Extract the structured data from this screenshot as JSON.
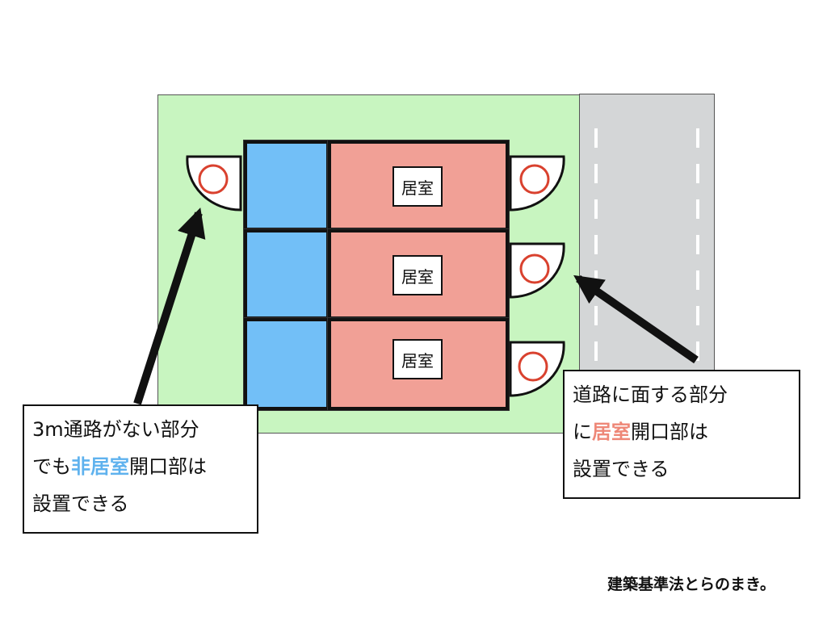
{
  "colors": {
    "site": "#c8f5c0",
    "road": "#d4d6d7",
    "non_living_room": "#72bff7",
    "living_room": "#f1a096",
    "window_circle": "#d9412e",
    "highlight_non_living": "#5fb2ee",
    "highlight_living": "#ee8777"
  },
  "rooms": [
    {
      "label": "居室"
    },
    {
      "label": "居室"
    },
    {
      "label": "居室"
    }
  ],
  "left_callout": {
    "line1": "3m通路がない部分",
    "line2_prefix": "でも",
    "line2_highlight": "非居室",
    "line2_suffix": "開口部は",
    "line3": "設置できる"
  },
  "right_callout": {
    "line1": "道路に面する部分",
    "line2_prefix": "に",
    "line2_highlight": "居室",
    "line2_suffix": "開口部は",
    "line3": "設置できる"
  },
  "credit": "建築基準法とらのまき。",
  "icons": [
    "window-opening-icon",
    "arrow-icon"
  ]
}
